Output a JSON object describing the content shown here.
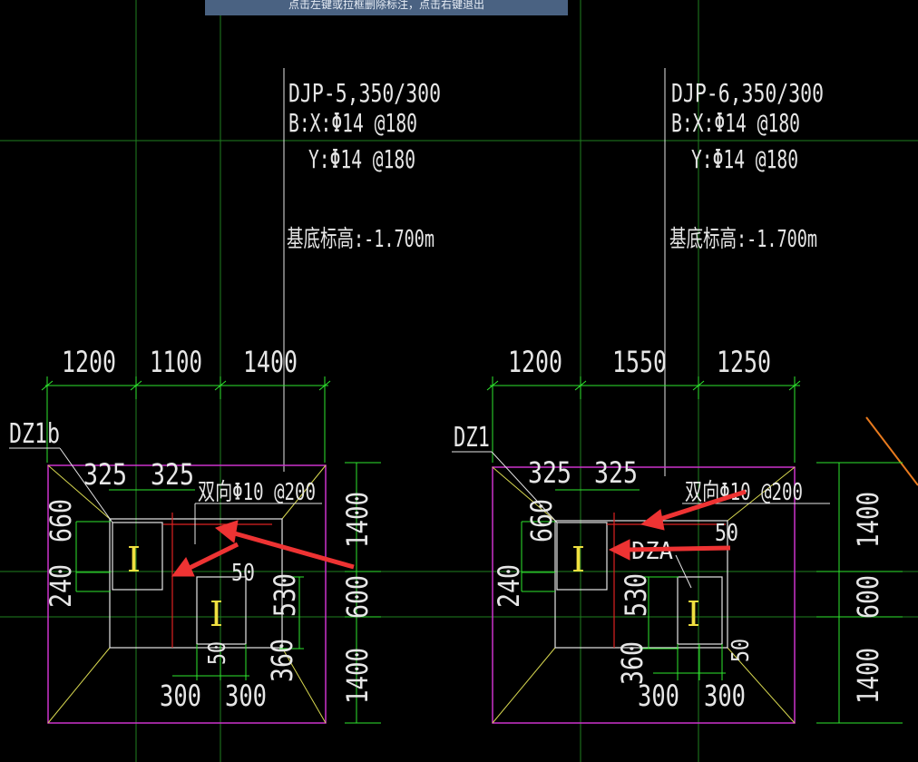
{
  "status_tip": "点击左键或拉框删除标注，点击右键退出",
  "colors": {
    "background": "#000000",
    "grid": "#1f7f1f",
    "dim": "#2ee62e",
    "outline": "#cc33cc",
    "slope": "#d8d850",
    "column": "#e6e6e6",
    "rebar": "#dd2222",
    "arrow": "#ee3333",
    "leader": "#e6e6e6",
    "section_mark": "#f0e040"
  },
  "footing_left": {
    "name": "DJP-5,350/300",
    "rebar_x": "B:X:Φ14 @180",
    "rebar_y": "Y:Φ14 @180",
    "elevation": "基底标高:-1.700m",
    "top_dims": [
      "1200",
      "1100",
      "1400"
    ],
    "column_label": "DZ1b",
    "col_dims": [
      "325",
      "325"
    ],
    "rebar_note": "双向Φ10 @200",
    "left_dims": [
      "660",
      "240"
    ],
    "mid_dims": [
      "50",
      "530",
      "50",
      "360"
    ],
    "right_dims": [
      "1400",
      "600",
      "1400"
    ],
    "bottom_dims": [
      "300",
      "300"
    ],
    "section_mark": "I"
  },
  "footing_right": {
    "name": "DJP-6,350/300",
    "rebar_x": "B:X:Φ14 @180",
    "rebar_y": "Y:Φ14 @180",
    "elevation": "基底标高:-1.700m",
    "top_dims": [
      "1200",
      "1550",
      "1250"
    ],
    "column_label": "DZ1",
    "column_label_2": "DZA",
    "col_dims": [
      "325",
      "325"
    ],
    "rebar_note": "双向Φ10 @200",
    "left_dims": [
      "660",
      "240"
    ],
    "mid_dims": [
      "50",
      "530",
      "360",
      "50"
    ],
    "right_dims": [
      "1400",
      "600",
      "1400"
    ],
    "bottom_dims": [
      "300",
      "300"
    ],
    "section_mark": "I"
  }
}
